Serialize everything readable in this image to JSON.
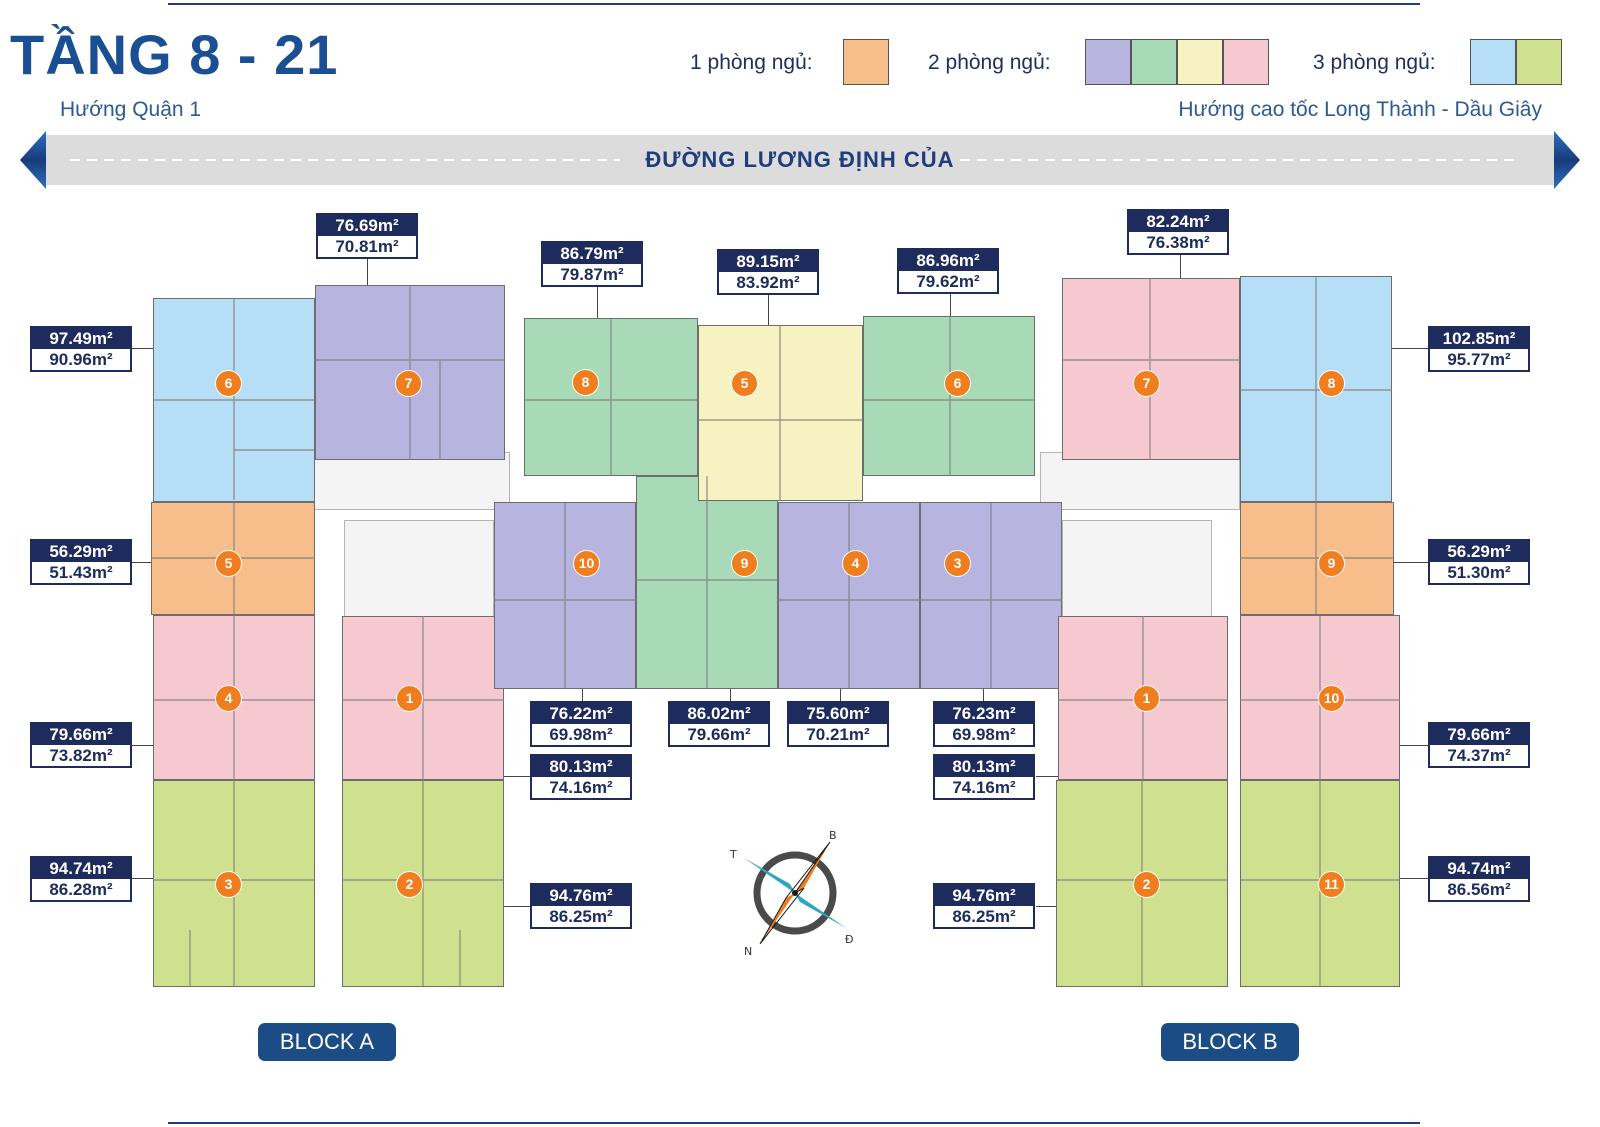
{
  "title": "TẦNG 8 - 21",
  "legend": {
    "one_bed_label": "1 phòng ngủ:",
    "two_bed_label": "2 phòng ngủ:",
    "three_bed_label": "3 phòng ngủ:"
  },
  "colors": {
    "one_bed": "#f7bd8a",
    "two_bed_purple": "#b8b4e0",
    "two_bed_green": "#a8dab8",
    "two_bed_yellow": "#f7f2c2",
    "two_bed_pink": "#f6c9d1",
    "three_bed_blue": "#b6def6",
    "three_bed_lime": "#cfe18e"
  },
  "directions": {
    "left": "Hướng Quận 1",
    "right": "Hướng cao tốc Long Thành - Dầu Giây"
  },
  "road": "ĐƯỜNG LƯƠNG ĐỊNH CỦA",
  "blocks": {
    "a": "BLOCK A",
    "b": "BLOCK B"
  },
  "compass": {
    "n": "B",
    "s": "N",
    "e": "Đ",
    "w": "T"
  },
  "units": {
    "a6": {
      "no": "6",
      "gross": "97.49m²",
      "net": "90.96m²"
    },
    "a7": {
      "no": "7",
      "gross": "76.69m²",
      "net": "70.81m²"
    },
    "a5": {
      "no": "5",
      "gross": "56.29m²",
      "net": "51.43m²"
    },
    "a4": {
      "no": "4",
      "gross": "79.66m²",
      "net": "73.82m²"
    },
    "a3": {
      "no": "3",
      "gross": "94.74m²",
      "net": "86.28m²"
    },
    "a1": {
      "no": "1",
      "gross": "80.13m²",
      "net": "74.16m²"
    },
    "a2": {
      "no": "2",
      "gross": "94.76m²",
      "net": "86.25m²"
    },
    "a10": {
      "no": "10",
      "gross": "76.22m²",
      "net": "69.98m²"
    },
    "a9": {
      "no": "9",
      "gross": "86.02m²",
      "net": "79.66m²"
    },
    "a8": {
      "no": "8",
      "gross": "86.79m²",
      "net": "79.87m²"
    },
    "c5": {
      "no": "5",
      "gross": "89.15m²",
      "net": "83.92m²"
    },
    "c6": {
      "no": "6",
      "gross": "86.96m²",
      "net": "79.62m²"
    },
    "b4": {
      "no": "4",
      "gross": "75.60m²",
      "net": "70.21m²"
    },
    "b3": {
      "no": "3",
      "gross": "76.23m²",
      "net": "69.98m²"
    },
    "b7": {
      "no": "7",
      "gross": "82.24m²",
      "net": "76.38m²"
    },
    "b8": {
      "no": "8",
      "gross": "102.85m²",
      "net": "95.77m²"
    },
    "b9": {
      "no": "9",
      "gross": "56.29m²",
      "net": "51.30m²"
    },
    "b10": {
      "no": "10",
      "gross": "79.66m²",
      "net": "74.37m²"
    },
    "b11": {
      "no": "11",
      "gross": "94.74m²",
      "net": "86.56m²"
    },
    "b1": {
      "no": "1",
      "gross": "80.13m²",
      "net": "74.16m²"
    },
    "b2": {
      "no": "2",
      "gross": "94.76m²",
      "net": "86.25m²"
    }
  }
}
